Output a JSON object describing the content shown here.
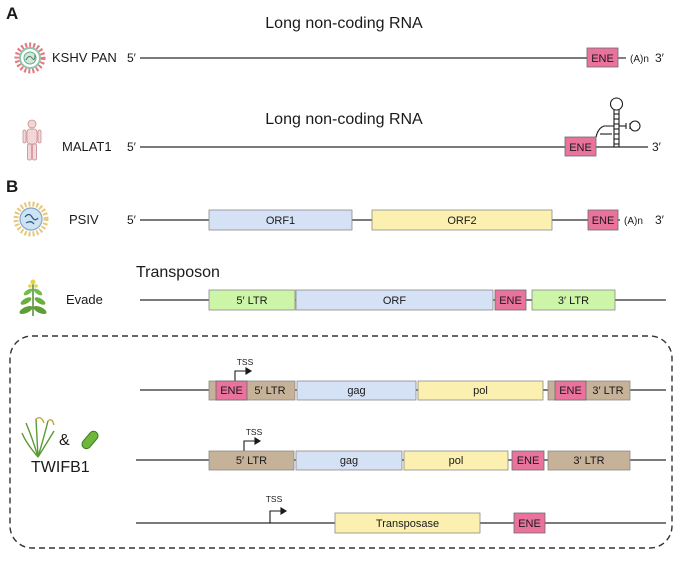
{
  "panel_a": {
    "letter": "A",
    "kshv": {
      "title": "Long non-coding RNA",
      "label": "KSHV PAN",
      "five_prime": "5′",
      "ene": "ENE",
      "polya": "(A)n",
      "three_prime": "3′"
    },
    "malat1": {
      "title": "Long non-coding RNA",
      "label": "MALAT1",
      "five_prime": "5′",
      "ene": "ENE",
      "three_prime": "3′"
    }
  },
  "panel_b": {
    "letter": "B",
    "psiv": {
      "label": "PSIV",
      "five_prime": "5′",
      "orf1": "ORF1",
      "orf2": "ORF2",
      "ene": "ENE",
      "polya": "(A)n",
      "three_prime": "3′"
    },
    "evade": {
      "title": "Transposon",
      "label": "Evade",
      "ltr5": "5′ LTR",
      "orf": "ORF",
      "ene": "ENE",
      "ltr3": "3′ LTR"
    },
    "twifb1": {
      "label": "TWIFB1",
      "ampersand": "&",
      "row1": {
        "tss": "TSS",
        "ene_left": "ENE",
        "ltr5": "5′ LTR",
        "gag": "gag",
        "pol": "pol",
        "ene_right": "ENE",
        "ltr3": "3′ LTR"
      },
      "row2": {
        "tss": "TSS",
        "ltr5": "5′ LTR",
        "gag": "gag",
        "pol": "pol",
        "ene": "ENE",
        "ltr3": "3′ LTR"
      },
      "row3": {
        "tss": "TSS",
        "transposase": "Transposase",
        "ene": "ENE"
      }
    }
  },
  "colors": {
    "ene": "#e9739d",
    "orf_blue": "#d5e1f5",
    "orf_yellow": "#fbf0b0",
    "ltr_green": "#cdf5a7",
    "ltr_tan": "#c6b199",
    "line": "#2b2b2b"
  }
}
